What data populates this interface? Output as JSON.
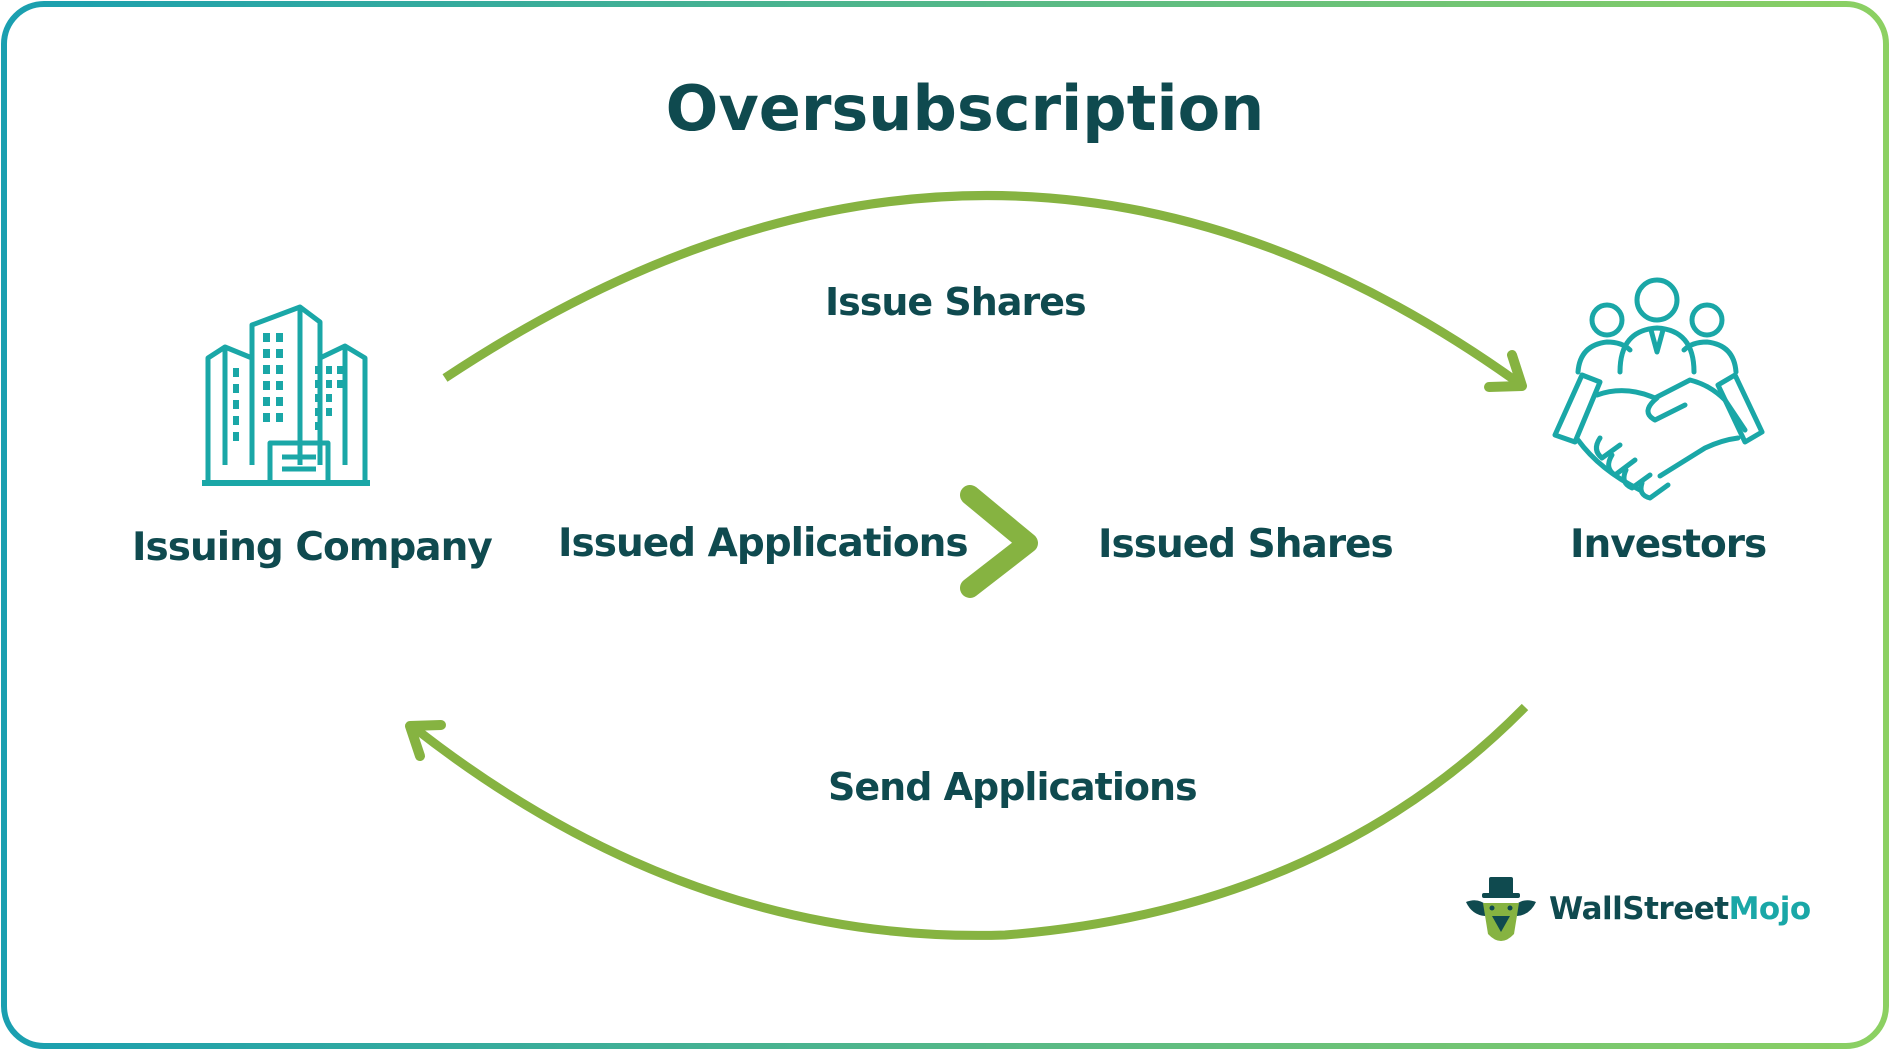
{
  "title": "Oversubscription",
  "nodes": {
    "issuing_company": "Issuing Company",
    "investors": "Investors"
  },
  "edges": {
    "top": "Issue Shares",
    "bottom": "Send Applications"
  },
  "comparison": {
    "left": "Issued Applications",
    "operator": ">",
    "right": "Issued Shares"
  },
  "brand": {
    "name_part1": "WallStreet",
    "name_part2": "Mojo"
  },
  "icons": {
    "company": "office-buildings-icon",
    "investors": "investors-handshake-icon",
    "brand": "wallstreetmojo-logo-icon"
  },
  "colors": {
    "text": "#0f4a4f",
    "teal": "#1aa7a7",
    "green": "#86b341",
    "border_start": "#1a9fb0",
    "border_end": "#8cd062"
  }
}
